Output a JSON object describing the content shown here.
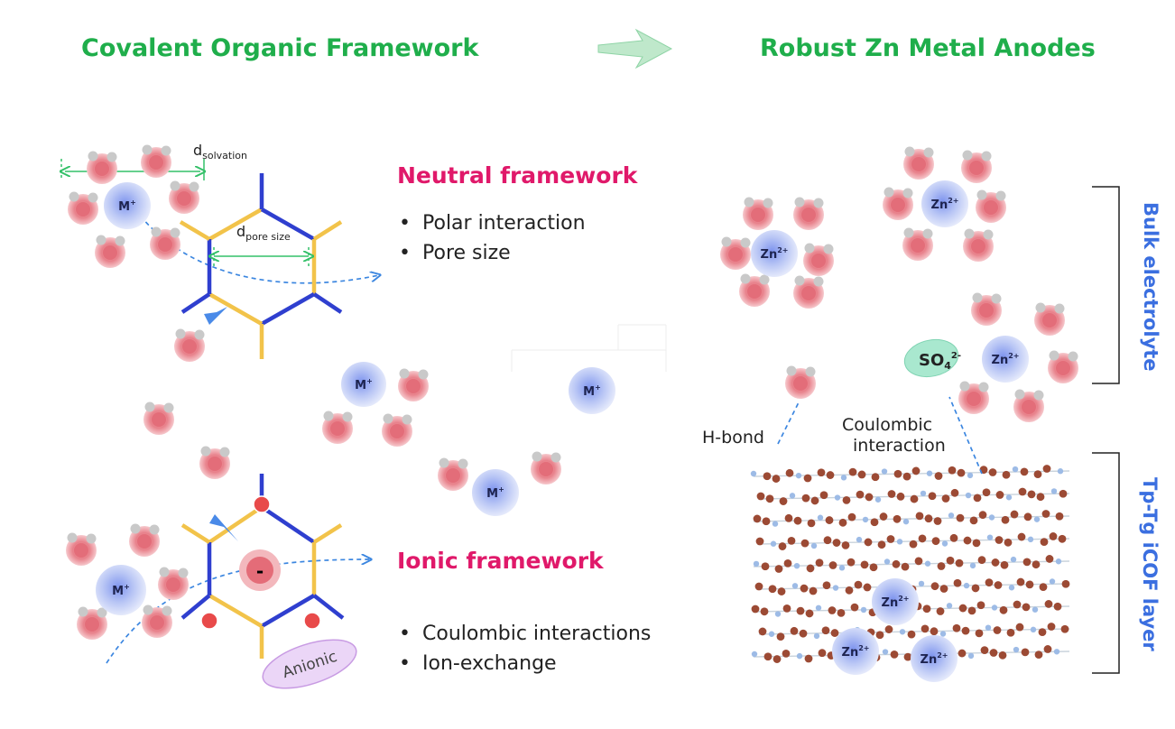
{
  "header": {
    "left_title": "Covalent Organic Framework",
    "right_title": "Robust Zn Metal Anodes"
  },
  "neutral": {
    "title": "Neutral framework",
    "bullets": [
      "Polar interaction",
      "Pore size"
    ],
    "d_solvation_main": "d",
    "d_solvation_sub": "solvation",
    "d_pore_main": "d",
    "d_pore_sub": "pore size"
  },
  "ionic": {
    "title": "Ionic framework",
    "bullets": [
      "Coulombic interactions",
      "Ion-exchange"
    ],
    "anionic_label": "Anionic",
    "node_label": "-"
  },
  "ions": {
    "metal": "M",
    "metal_sup": "+",
    "zinc": "Zn",
    "zinc_sup": "2+",
    "sulfate": "SO",
    "sulfate_sub": "4",
    "sulfate_sup": "2-"
  },
  "right": {
    "hbond": "H-bond",
    "coulombic_line1": "Coulombic",
    "coulombic_line2": "interaction",
    "bulk_label": "Bulk electrolyte",
    "layer_label": "Tp-Tg iCOF layer"
  },
  "colors": {
    "header_green": "#1fae4b",
    "section_magenta": "#e0196a",
    "side_blue": "#3b6fe0",
    "framework_blue": "#2f3fcf",
    "framework_yellow": "#f2c34a",
    "cof_brown": "#9c4a34"
  }
}
